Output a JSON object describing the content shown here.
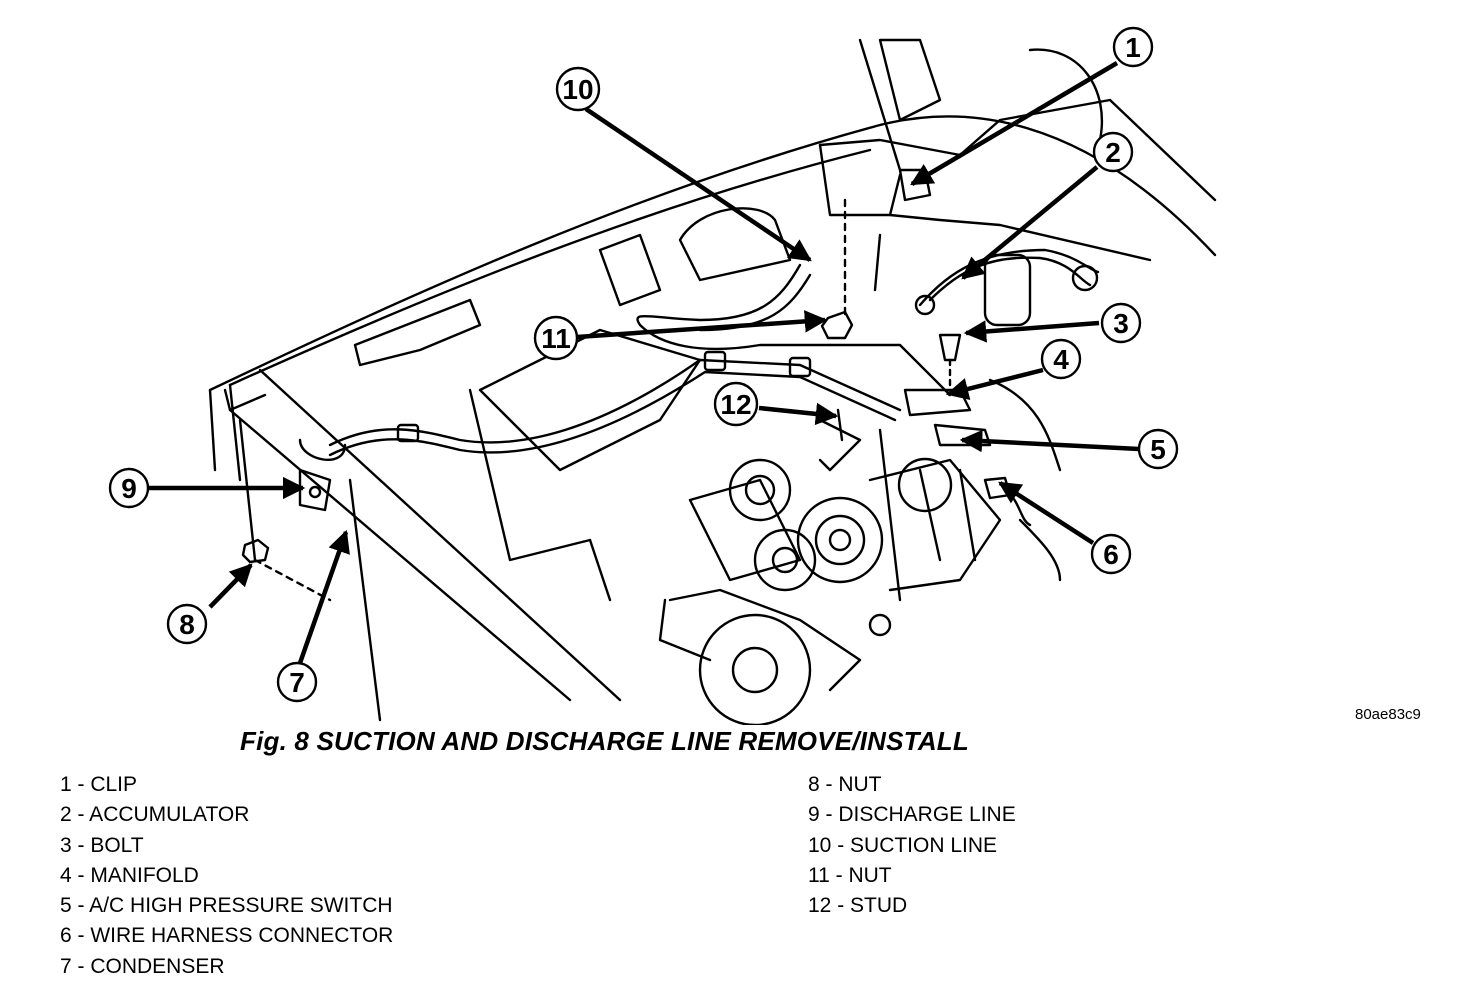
{
  "figure_id": "80ae83c9",
  "caption": "Fig. 8 SUCTION AND DISCHARGE LINE REMOVE/INSTALL",
  "callouts": [
    "1",
    "2",
    "3",
    "4",
    "5",
    "6",
    "7",
    "8",
    "9",
    "10",
    "11",
    "12"
  ],
  "legend_left": [
    "1 - CLIP",
    "2 - ACCUMULATOR",
    "3 - BOLT",
    "4 - MANIFOLD",
    "5 - A/C HIGH PRESSURE SWITCH",
    "6 - WIRE HARNESS CONNECTOR",
    "7 - CONDENSER"
  ],
  "legend_right": [
    "8 - NUT",
    "9 - DISCHARGE LINE",
    "10 - SUCTION LINE",
    "11 - NUT",
    "12 - STUD"
  ]
}
